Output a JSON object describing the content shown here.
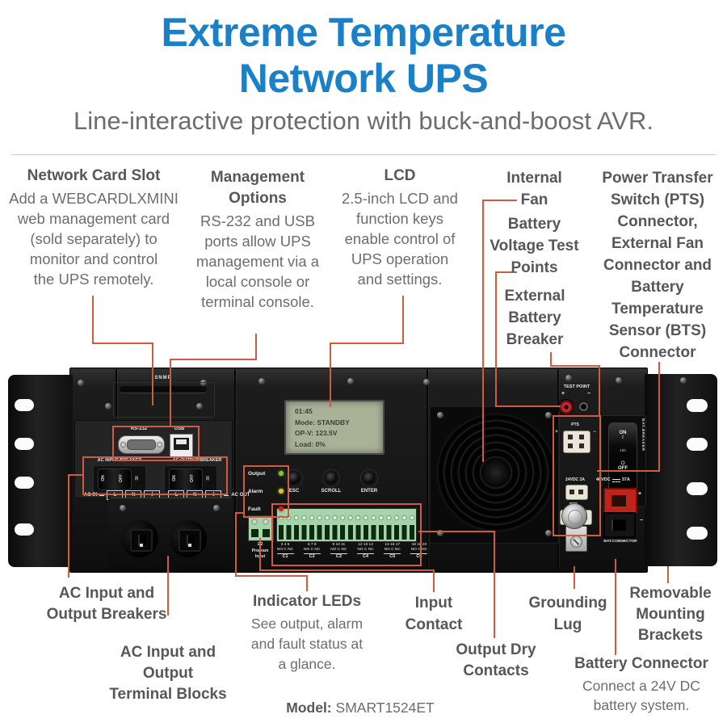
{
  "colors": {
    "brand-blue": "#1a80c8",
    "accent-orange": "#cf5b40",
    "heading-gray": "#56575a",
    "body-gray": "#6b6d70",
    "led-green": "#86c440",
    "led-amber": "#e0c22e",
    "led-red": "#d42318",
    "lcd-bg": "#a9b197",
    "lcd-text": "#3a4134",
    "terminal-green": "#a6d4aa"
  },
  "header": {
    "title_lines": [
      "Extreme Temperature",
      "Network UPS"
    ],
    "subtitle": "Line-interactive protection with buck-and-boost AVR."
  },
  "callouts_top": {
    "network_card": {
      "heading": "Network Card Slot",
      "body": [
        "Add a WEBCARDLXMINI",
        "web management card",
        "(sold separately) to",
        "monitor and control",
        "the UPS remotely."
      ]
    },
    "management": {
      "heading": [
        "Management",
        "Options"
      ],
      "body": [
        "RS-232 and USB",
        "ports allow UPS",
        "management via a",
        "local console or",
        "terminal console."
      ]
    },
    "lcd": {
      "heading": "LCD",
      "body": [
        "2.5-inch LCD and",
        "function keys",
        "enable control of",
        "UPS operation",
        "and settings."
      ]
    },
    "internal_fan": {
      "heading": [
        "Internal",
        "Fan"
      ]
    },
    "battery_test_points": {
      "heading": [
        "Battery",
        "Voltage Test",
        "Points"
      ]
    },
    "external_battery_breaker": {
      "heading": [
        "External",
        "Battery",
        "Breaker"
      ]
    },
    "pts_connector": {
      "heading": [
        "Power Transfer",
        "Switch (PTS)",
        "Connector,",
        "External Fan",
        "Connector and",
        "Battery",
        "Temperature",
        "Sensor (BTS)",
        "Connector"
      ]
    }
  },
  "callouts_bottom": {
    "ac_breakers": {
      "heading": [
        "AC Input and",
        "Output Breakers"
      ]
    },
    "ac_terminal_blocks": {
      "heading": [
        "AC Input and",
        "Output",
        "Terminal Blocks"
      ]
    },
    "indicator_leds": {
      "heading": "Indicator LEDs",
      "body": [
        "See output, alarm",
        "and fault status at",
        "a glance."
      ]
    },
    "input_contact": {
      "heading": [
        "Input",
        "Contact"
      ]
    },
    "output_dry_contacts": {
      "heading": [
        "Output Dry",
        "Contacts"
      ]
    },
    "grounding_lug": {
      "heading": [
        "Grounding",
        "Lug"
      ]
    },
    "mounting_brackets": {
      "heading": [
        "Removable",
        "Mounting",
        "Brackets"
      ]
    },
    "battery_connector": {
      "heading": "Battery Connector",
      "body": [
        "Connect a 24V DC",
        "battery system."
      ]
    }
  },
  "model": {
    "label": "Model:",
    "value": "SMART1524ET"
  },
  "device": {
    "snmp_label": "SNMP",
    "rs232_label": "RS-232",
    "usb_label": "USB",
    "ac_input_breaker_label": "AC INPUT BREAKER",
    "ac_output_breaker_label": "AC OUTPUT BREAKER",
    "breaker_on": "ON",
    "breaker_off": "OFF",
    "breaker_rating": "30",
    "ac_in_label": "AC IN",
    "ac_out_label": "AC OUT",
    "terminal_cells": [
      "L",
      "N",
      "⏚",
      "L",
      "N",
      "⏚"
    ],
    "lcd_lines": [
      "01:45",
      "Mode: STANDBY",
      "OP-V: 123.5V",
      "Load: 0%"
    ],
    "buttons": [
      "ESC",
      "SCROLL",
      "ENTER"
    ],
    "leds": [
      {
        "label": "Output"
      },
      {
        "label": "Alarm"
      },
      {
        "label": "Fault"
      }
    ],
    "program_input_label": [
      "1    2",
      "Program",
      "Input"
    ],
    "dry_groups": [
      {
        "nums": "3 4 5",
        "contacts": "NO C NC",
        "label": "C1"
      },
      {
        "nums": "6 7 8",
        "contacts": "NO C NC",
        "label": "C2"
      },
      {
        "nums": "9 10 11",
        "contacts": "NO C NC",
        "label": "C3"
      },
      {
        "nums": "12 13 14",
        "contacts": "NO C NC",
        "label": "C4"
      },
      {
        "nums": "15 16 17",
        "contacts": "NO C NC",
        "label": "C5"
      },
      {
        "nums": "18 19 20",
        "contacts": "NO C NC",
        "label": "C6"
      }
    ],
    "test_point_label": "TEST POINT",
    "plus": "+",
    "minus": "−",
    "pts_label": "PTS",
    "vdc24_label": "24VDC 3A",
    "bts_label": "BTS",
    "bat_breaker_label": "BAT.BREAKER",
    "bat_breaker_on": "ON",
    "bat_breaker_i": "I",
    "bat_breaker_rating": "100",
    "bat_breaker_o": "O",
    "bat_breaker_off": "OFF",
    "vdc48_label": "48VDC",
    "vdc48_amps": "37A",
    "bat_connector_label": "BAT.CONNECTOR"
  }
}
